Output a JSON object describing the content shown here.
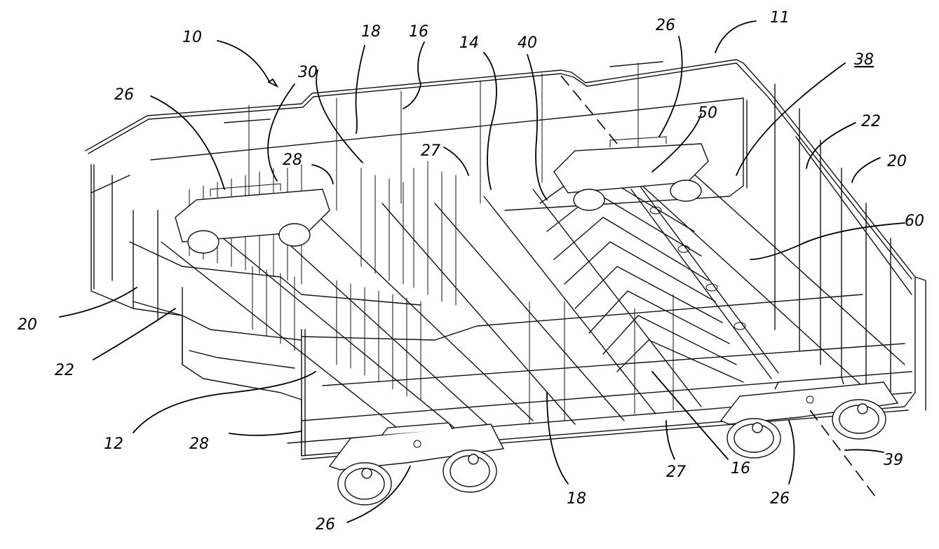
{
  "figure": {
    "type": "patent line drawing",
    "subject": "dishwasher rack with wire frame, wheel assemblies and folding tine section",
    "colors": {
      "ink": "#000000",
      "background": "#ffffff"
    }
  },
  "labels": [
    {
      "id": "rack",
      "text": "10"
    },
    {
      "id": "rack-top-rim",
      "text": "11"
    },
    {
      "id": "rack-bottom",
      "text": "12"
    },
    {
      "id": "center-tines",
      "text": "14"
    },
    {
      "id": "tine-row-16-top",
      "text": "16"
    },
    {
      "id": "tine-row-16-bottom",
      "text": "16"
    },
    {
      "id": "tine-row-18-top",
      "text": "18"
    },
    {
      "id": "tine-row-18-bottom",
      "text": "18"
    },
    {
      "id": "side-wall-left",
      "text": "20"
    },
    {
      "id": "side-wall-right",
      "text": "20"
    },
    {
      "id": "side-rail-left",
      "text": "22"
    },
    {
      "id": "side-rail-right",
      "text": "22"
    },
    {
      "id": "wheel-assembly-top-left",
      "text": "26"
    },
    {
      "id": "wheel-assembly-top-right",
      "text": "26"
    },
    {
      "id": "wheel-assembly-bottom-left",
      "text": "26"
    },
    {
      "id": "wheel-assembly-bottom-right",
      "text": "26"
    },
    {
      "id": "rail-27-top",
      "text": "27"
    },
    {
      "id": "rail-27-bottom",
      "text": "27"
    },
    {
      "id": "runner-28-top",
      "text": "28"
    },
    {
      "id": "runner-28-bottom",
      "text": "28"
    },
    {
      "id": "frame-30",
      "text": "30"
    },
    {
      "id": "compartment",
      "text": "38"
    },
    {
      "id": "axis",
      "text": "39"
    },
    {
      "id": "fold-section",
      "text": "40"
    },
    {
      "id": "pivot",
      "text": "50"
    },
    {
      "id": "tine-assembly",
      "text": "60"
    }
  ]
}
